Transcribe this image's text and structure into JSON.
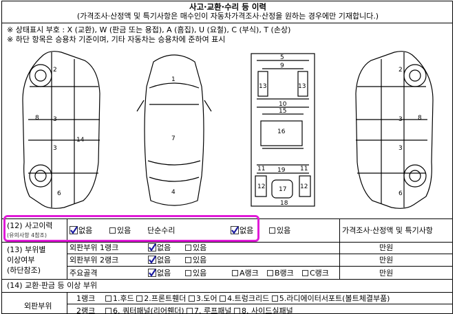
{
  "header": {
    "title": "사고·교환·수리 등 이력",
    "subtitle": "(가격조사·산정액 및 특기사항은 매수인이 자동차가격조사·산정을 원하는 경우에만 기재합니다.)"
  },
  "notes": {
    "legend": "※ 상태표시 부호 : X (교환), W (판금 또는 용접), A (흠집), U (요철), C (부식), T (손상)",
    "basis": "※ 하단 항목은 승용차 기준이며, 기타 자동차는 승용차에 준하여 표시"
  },
  "diagram": {
    "left_side": [
      "2",
      "8",
      "3",
      "14",
      "3",
      "6"
    ],
    "front_top": [
      "1",
      "7",
      "4"
    ],
    "frame": [
      "5",
      "9",
      "13",
      "13",
      "10",
      "15",
      "16",
      "19",
      "17",
      "12",
      "12",
      "11",
      "11",
      "18"
    ],
    "right_side": [
      "2",
      "3",
      "8",
      "3",
      "6"
    ]
  },
  "accident": {
    "label": "(12) 사고이력",
    "sublabel": "(유의사항 4참조)",
    "no": "없음",
    "yes": "있음",
    "simple_repair": "단순수리",
    "no2": "없음",
    "yes2": "있음",
    "price_header": "가격조사·산정액 및 특기사항"
  },
  "abnormal": {
    "label_line1": "(13) 부위별",
    "label_line2": "이상여부",
    "label_line3": "(하단참조)",
    "rows": [
      {
        "name": "외판부위 1랭크",
        "no": "없음",
        "yes": "있음",
        "unit": "만원"
      },
      {
        "name": "외판부위 2랭크",
        "no": "없음",
        "yes": "있음",
        "unit": "만원"
      },
      {
        "name": "주요골격",
        "no": "없음",
        "yes": "있음",
        "ranks": [
          "A랭크",
          "B랭크",
          "C랭크"
        ],
        "unit": "만원"
      }
    ]
  },
  "parts": {
    "label": "(14) 교환·판금 등 이상 부위",
    "outer": "외판부위",
    "rank1": "1랭크",
    "rank1_items": [
      "1.후드",
      "2.프론트휀더",
      "3.도어",
      "4.트렁크리드",
      "5.라디에이터서포트(볼트체결부품)"
    ],
    "rank2": "2랭크",
    "rank2_items": [
      "6. 쿼터패널(리어휀더)",
      "7. 루프패널",
      "8. 사이드실패널"
    ]
  },
  "colors": {
    "highlight": "#e01ad8",
    "check": "#1a1aa0"
  }
}
